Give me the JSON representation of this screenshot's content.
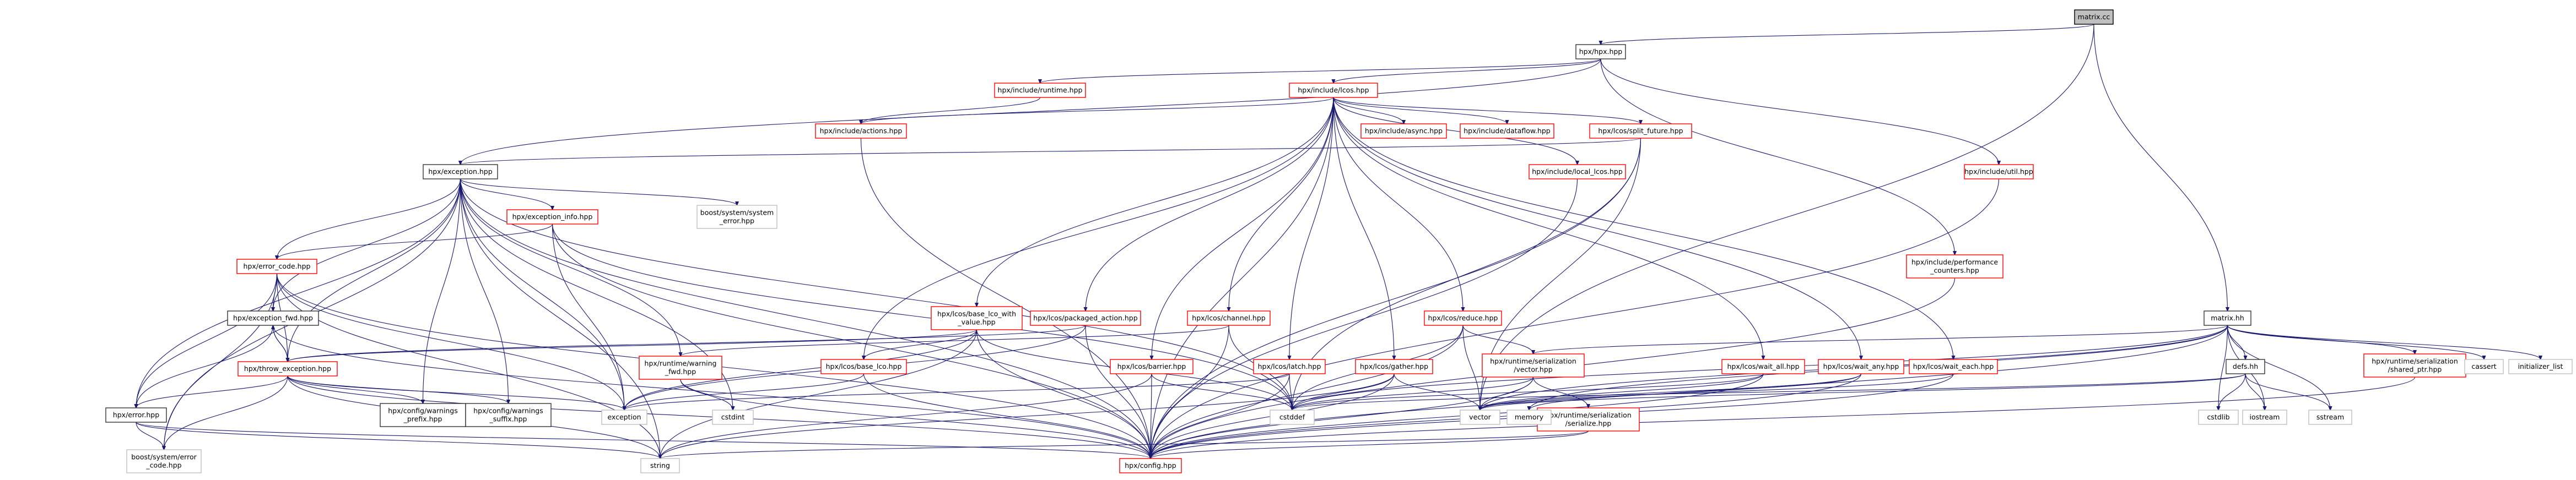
{
  "title": "",
  "graph": {
    "colors": {
      "edge": "#191970",
      "documented_border": "#333333",
      "undocumented_border": "#ff0000",
      "external_border": "#bfbfbf",
      "root_fill": "#bfbfbf"
    },
    "nodes": [
      {
        "id": "matrix_cc",
        "lines": [
          "matrix.cc"
        ],
        "kind": "root"
      },
      {
        "id": "hpx_hpp",
        "lines": [
          "hpx/hpx.hpp"
        ],
        "kind": "documented"
      },
      {
        "id": "include_runtime",
        "lines": [
          "hpx/include/runtime.hpp"
        ],
        "kind": "undocumented"
      },
      {
        "id": "include_lcos",
        "lines": [
          "hpx/include/lcos.hpp"
        ],
        "kind": "undocumented"
      },
      {
        "id": "include_actions",
        "lines": [
          "hpx/include/actions.hpp"
        ],
        "kind": "undocumented"
      },
      {
        "id": "include_async",
        "lines": [
          "hpx/include/async.hpp"
        ],
        "kind": "undocumented"
      },
      {
        "id": "include_dataflow",
        "lines": [
          "hpx/include/dataflow.hpp"
        ],
        "kind": "undocumented"
      },
      {
        "id": "split_future",
        "lines": [
          "hpx/lcos/split_future.hpp"
        ],
        "kind": "undocumented"
      },
      {
        "id": "local_lcos",
        "lines": [
          "hpx/include/local_lcos.hpp"
        ],
        "kind": "undocumented"
      },
      {
        "id": "include_util",
        "lines": [
          "hpx/include/util.hpp"
        ],
        "kind": "undocumented"
      },
      {
        "id": "include_perf",
        "lines": [
          "hpx/include/performance",
          "_counters.hpp"
        ],
        "kind": "undocumented"
      },
      {
        "id": "exception_hpp",
        "lines": [
          "hpx/exception.hpp"
        ],
        "kind": "documented"
      },
      {
        "id": "boost_system_error",
        "lines": [
          "boost/system/system",
          "_error.hpp"
        ],
        "kind": "external"
      },
      {
        "id": "exception_info",
        "lines": [
          "hpx/exception_info.hpp"
        ],
        "kind": "undocumented"
      },
      {
        "id": "error_code",
        "lines": [
          "hpx/error_code.hpp"
        ],
        "kind": "undocumented"
      },
      {
        "id": "exception_fwd",
        "lines": [
          "hpx/exception_fwd.hpp"
        ],
        "kind": "documented"
      },
      {
        "id": "throw_exception",
        "lines": [
          "hpx/throw_exception.hpp"
        ],
        "kind": "undocumented"
      },
      {
        "id": "error_hpp",
        "lines": [
          "hpx/error.hpp"
        ],
        "kind": "documented"
      },
      {
        "id": "boost_error_code",
        "lines": [
          "boost/system/error",
          "_code.hpp"
        ],
        "kind": "external"
      },
      {
        "id": "warnings_prefix",
        "lines": [
          "hpx/config/warnings",
          "_prefix.hpp"
        ],
        "kind": "documented"
      },
      {
        "id": "warnings_suffix",
        "lines": [
          "hpx/config/warnings",
          "_suffix.hpp"
        ],
        "kind": "documented"
      },
      {
        "id": "exception_std",
        "lines": [
          "exception"
        ],
        "kind": "external"
      },
      {
        "id": "string_std",
        "lines": [
          "string"
        ],
        "kind": "external"
      },
      {
        "id": "config_hpp",
        "lines": [
          "hpx/config.hpp"
        ],
        "kind": "undocumented"
      },
      {
        "id": "runtime_warning",
        "lines": [
          "hpx/runtime/warning",
          "_fwd.hpp"
        ],
        "kind": "undocumented"
      },
      {
        "id": "cstdint_std",
        "lines": [
          "cstdint"
        ],
        "kind": "external"
      },
      {
        "id": "base_lco_with_value",
        "lines": [
          "hpx/lcos/base_lco_with",
          "_value.hpp"
        ],
        "kind": "undocumented"
      },
      {
        "id": "packaged_action",
        "lines": [
          "hpx/lcos/packaged_action.hpp"
        ],
        "kind": "undocumented"
      },
      {
        "id": "lcos_channel",
        "lines": [
          "hpx/lcos/channel.hpp"
        ],
        "kind": "undocumented"
      },
      {
        "id": "base_lco",
        "lines": [
          "hpx/lcos/base_lco.hpp"
        ],
        "kind": "undocumented"
      },
      {
        "id": "lcos_barrier",
        "lines": [
          "hpx/lcos/barrier.hpp"
        ],
        "kind": "undocumented"
      },
      {
        "id": "lcos_latch",
        "lines": [
          "hpx/lcos/latch.hpp"
        ],
        "kind": "undocumented"
      },
      {
        "id": "lcos_gather",
        "lines": [
          "hpx/lcos/gather.hpp"
        ],
        "kind": "undocumented"
      },
      {
        "id": "lcos_reduce",
        "lines": [
          "hpx/lcos/reduce.hpp"
        ],
        "kind": "undocumented"
      },
      {
        "id": "ser_vector",
        "lines": [
          "hpx/runtime/serialization",
          "/vector.hpp"
        ],
        "kind": "undocumented"
      },
      {
        "id": "ser_serialize",
        "lines": [
          "hpx/runtime/serialization",
          "/serialize.hpp"
        ],
        "kind": "undocumented"
      },
      {
        "id": "wait_all",
        "lines": [
          "hpx/lcos/wait_all.hpp"
        ],
        "kind": "undocumented"
      },
      {
        "id": "wait_any",
        "lines": [
          "hpx/lcos/wait_any.hpp"
        ],
        "kind": "undocumented"
      },
      {
        "id": "wait_each",
        "lines": [
          "hpx/lcos/wait_each.hpp"
        ],
        "kind": "undocumented"
      },
      {
        "id": "cstddef_std",
        "lines": [
          "cstddef"
        ],
        "kind": "external"
      },
      {
        "id": "vector_std",
        "lines": [
          "vector"
        ],
        "kind": "external"
      },
      {
        "id": "memory_std",
        "lines": [
          "memory"
        ],
        "kind": "external"
      },
      {
        "id": "matrix_hh",
        "lines": [
          "matrix.hh"
        ],
        "kind": "documented"
      },
      {
        "id": "defs_hh",
        "lines": [
          "defs.hh"
        ],
        "kind": "documented"
      },
      {
        "id": "ser_shared_ptr",
        "lines": [
          "hpx/runtime/serialization",
          "/shared_ptr.hpp"
        ],
        "kind": "undocumented"
      },
      {
        "id": "cassert_std",
        "lines": [
          "cassert"
        ],
        "kind": "external"
      },
      {
        "id": "initializer_list_std",
        "lines": [
          "initializer_list"
        ],
        "kind": "external"
      },
      {
        "id": "cstdlib_std",
        "lines": [
          "cstdlib"
        ],
        "kind": "external"
      },
      {
        "id": "iostream_std",
        "lines": [
          "iostream"
        ],
        "kind": "external"
      },
      {
        "id": "sstream_std",
        "lines": [
          "sstream"
        ],
        "kind": "external"
      }
    ],
    "edges": [
      [
        "matrix_cc",
        "hpx_hpp"
      ],
      [
        "matrix_cc",
        "matrix_hh"
      ],
      [
        "matrix_cc",
        "vector_std"
      ],
      [
        "hpx_hpp",
        "include_runtime"
      ],
      [
        "hpx_hpp",
        "include_lcos"
      ],
      [
        "hpx_hpp",
        "exception_hpp"
      ],
      [
        "hpx_hpp",
        "include_util"
      ],
      [
        "hpx_hpp",
        "include_perf"
      ],
      [
        "include_runtime",
        "include_actions"
      ],
      [
        "include_lcos",
        "include_actions"
      ],
      [
        "include_lcos",
        "include_async"
      ],
      [
        "include_lcos",
        "include_dataflow"
      ],
      [
        "include_lcos",
        "split_future"
      ],
      [
        "include_lcos",
        "local_lcos"
      ],
      [
        "include_lcos",
        "base_lco_with_value"
      ],
      [
        "include_lcos",
        "packaged_action"
      ],
      [
        "include_lcos",
        "lcos_channel"
      ],
      [
        "include_lcos",
        "base_lco"
      ],
      [
        "include_lcos",
        "lcos_barrier"
      ],
      [
        "include_lcos",
        "lcos_latch"
      ],
      [
        "include_lcos",
        "lcos_gather"
      ],
      [
        "include_lcos",
        "lcos_reduce"
      ],
      [
        "include_lcos",
        "wait_all"
      ],
      [
        "include_lcos",
        "wait_any"
      ],
      [
        "include_lcos",
        "wait_each"
      ],
      [
        "include_lcos",
        "config_hpp"
      ],
      [
        "include_actions",
        "config_hpp"
      ],
      [
        "split_future",
        "exception_hpp"
      ],
      [
        "split_future",
        "cstddef_std"
      ],
      [
        "split_future",
        "vector_std"
      ],
      [
        "split_future",
        "config_hpp"
      ],
      [
        "local_lcos",
        "config_hpp"
      ],
      [
        "include_util",
        "config_hpp"
      ],
      [
        "include_perf",
        "config_hpp"
      ],
      [
        "exception_hpp",
        "boost_system_error"
      ],
      [
        "exception_hpp",
        "exception_info"
      ],
      [
        "exception_hpp",
        "error_code"
      ],
      [
        "exception_hpp",
        "exception_fwd"
      ],
      [
        "exception_hpp",
        "throw_exception"
      ],
      [
        "exception_hpp",
        "error_hpp"
      ],
      [
        "exception_hpp",
        "runtime_warning"
      ],
      [
        "exception_hpp",
        "warnings_prefix"
      ],
      [
        "exception_hpp",
        "warnings_suffix"
      ],
      [
        "exception_hpp",
        "exception_std"
      ],
      [
        "exception_hpp",
        "string_std"
      ],
      [
        "exception_hpp",
        "cstdint_std"
      ],
      [
        "exception_hpp",
        "cstddef_std"
      ],
      [
        "exception_hpp",
        "config_hpp"
      ],
      [
        "exception_hpp",
        "boost_error_code"
      ],
      [
        "exception_info",
        "error_code"
      ],
      [
        "exception_info",
        "exception_std"
      ],
      [
        "exception_info",
        "cstddef_std"
      ],
      [
        "exception_info",
        "config_hpp"
      ],
      [
        "error_code",
        "exception_fwd"
      ],
      [
        "error_code",
        "throw_exception"
      ],
      [
        "error_code",
        "error_hpp"
      ],
      [
        "error_code",
        "boost_error_code"
      ],
      [
        "error_code",
        "exception_std"
      ],
      [
        "error_code",
        "string_std"
      ],
      [
        "error_code",
        "config_hpp"
      ],
      [
        "exception_fwd",
        "throw_exception"
      ],
      [
        "exception_fwd",
        "error_hpp"
      ],
      [
        "exception_fwd",
        "config_hpp"
      ],
      [
        "throw_exception",
        "exception_fwd"
      ],
      [
        "throw_exception",
        "error_hpp"
      ],
      [
        "throw_exception",
        "warnings_prefix"
      ],
      [
        "throw_exception",
        "warnings_suffix"
      ],
      [
        "throw_exception",
        "boost_error_code"
      ],
      [
        "throw_exception",
        "exception_std"
      ],
      [
        "throw_exception",
        "string_std"
      ],
      [
        "throw_exception",
        "config_hpp"
      ],
      [
        "error_hpp",
        "boost_error_code"
      ],
      [
        "error_hpp",
        "string_std"
      ],
      [
        "error_hpp",
        "config_hpp"
      ],
      [
        "runtime_warning",
        "cstdint_std"
      ],
      [
        "runtime_warning",
        "config_hpp"
      ],
      [
        "base_lco_with_value",
        "throw_exception"
      ],
      [
        "base_lco_with_value",
        "base_lco"
      ],
      [
        "base_lco_with_value",
        "exception_std"
      ],
      [
        "base_lco_with_value",
        "string_std"
      ],
      [
        "base_lco_with_value",
        "cstddef_std"
      ],
      [
        "base_lco_with_value",
        "config_hpp"
      ],
      [
        "packaged_action",
        "throw_exception"
      ],
      [
        "packaged_action",
        "exception_std"
      ],
      [
        "packaged_action",
        "config_hpp"
      ],
      [
        "lcos_channel",
        "runtime_warning"
      ],
      [
        "lcos_channel",
        "cstddef_std"
      ],
      [
        "lcos_channel",
        "config_hpp"
      ],
      [
        "base_lco",
        "exception_std"
      ],
      [
        "base_lco",
        "config_hpp"
      ],
      [
        "lcos_barrier",
        "string_std"
      ],
      [
        "lcos_barrier",
        "cstddef_std"
      ],
      [
        "lcos_barrier",
        "config_hpp"
      ],
      [
        "lcos_latch",
        "exception_std"
      ],
      [
        "lcos_latch",
        "cstddef_std"
      ],
      [
        "lcos_latch",
        "config_hpp"
      ],
      [
        "lcos_gather",
        "string_std"
      ],
      [
        "lcos_gather",
        "vector_std"
      ],
      [
        "lcos_gather",
        "cstddef_std"
      ],
      [
        "lcos_gather",
        "config_hpp"
      ],
      [
        "lcos_reduce",
        "ser_vector"
      ],
      [
        "lcos_reduce",
        "vector_std"
      ],
      [
        "lcos_reduce",
        "cstddef_std"
      ],
      [
        "lcos_reduce",
        "config_hpp"
      ],
      [
        "ser_vector",
        "ser_serialize"
      ],
      [
        "ser_vector",
        "vector_std"
      ],
      [
        "ser_vector",
        "cstddef_std"
      ],
      [
        "ser_vector",
        "config_hpp"
      ],
      [
        "ser_serialize",
        "string_std"
      ],
      [
        "ser_serialize",
        "config_hpp"
      ],
      [
        "wait_all",
        "vector_std"
      ],
      [
        "wait_all",
        "cstddef_std"
      ],
      [
        "wait_all",
        "config_hpp"
      ],
      [
        "wait_any",
        "memory_std"
      ],
      [
        "wait_any",
        "vector_std"
      ],
      [
        "wait_any",
        "config_hpp"
      ],
      [
        "wait_each",
        "vector_std"
      ],
      [
        "wait_each",
        "config_hpp"
      ],
      [
        "matrix_hh",
        "defs_hh"
      ],
      [
        "matrix_hh",
        "ser_vector"
      ],
      [
        "matrix_hh",
        "ser_shared_ptr"
      ],
      [
        "matrix_hh",
        "cassert_std"
      ],
      [
        "matrix_hh",
        "initializer_list_std"
      ],
      [
        "matrix_hh",
        "cstddef_std"
      ],
      [
        "matrix_hh",
        "vector_std"
      ],
      [
        "matrix_hh",
        "memory_std"
      ],
      [
        "matrix_hh",
        "cstdlib_std"
      ],
      [
        "matrix_hh",
        "iostream_std"
      ],
      [
        "matrix_hh",
        "sstream_std"
      ],
      [
        "matrix_hh",
        "config_hpp"
      ],
      [
        "defs_hh",
        "cstddef_std"
      ],
      [
        "defs_hh",
        "cstdlib_std"
      ],
      [
        "defs_hh",
        "iostream_std"
      ],
      [
        "defs_hh",
        "sstream_std"
      ],
      [
        "defs_hh",
        "vector_std"
      ],
      [
        "ser_shared_ptr",
        "config_hpp"
      ]
    ]
  }
}
